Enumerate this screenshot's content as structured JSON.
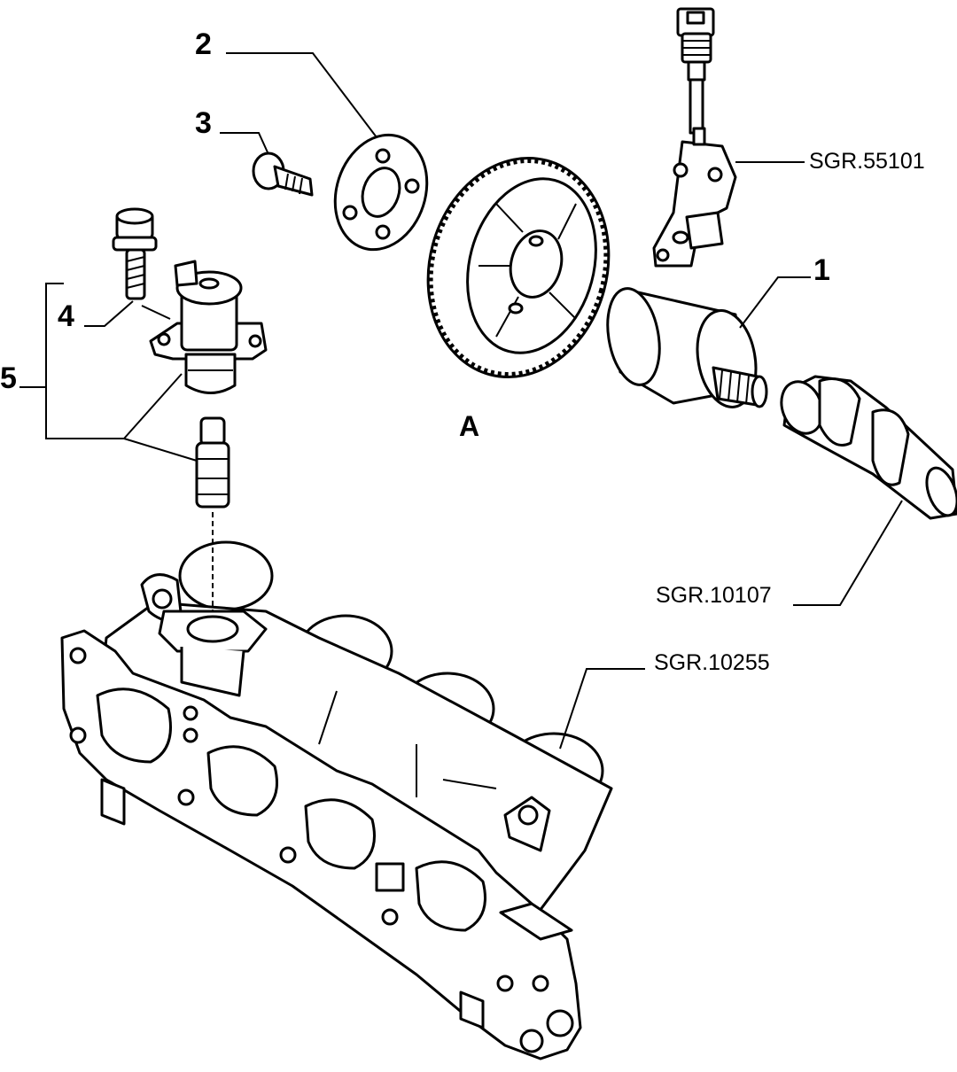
{
  "diagram": {
    "callouts": {
      "item1": "1",
      "item2": "2",
      "item3": "3",
      "item4": "4",
      "item5": "5",
      "view_letter": "A",
      "ref_sensor": "SGR.55101",
      "ref_camshaft": "SGR.10107",
      "ref_cylinder_head": "SGR.10255"
    }
  }
}
